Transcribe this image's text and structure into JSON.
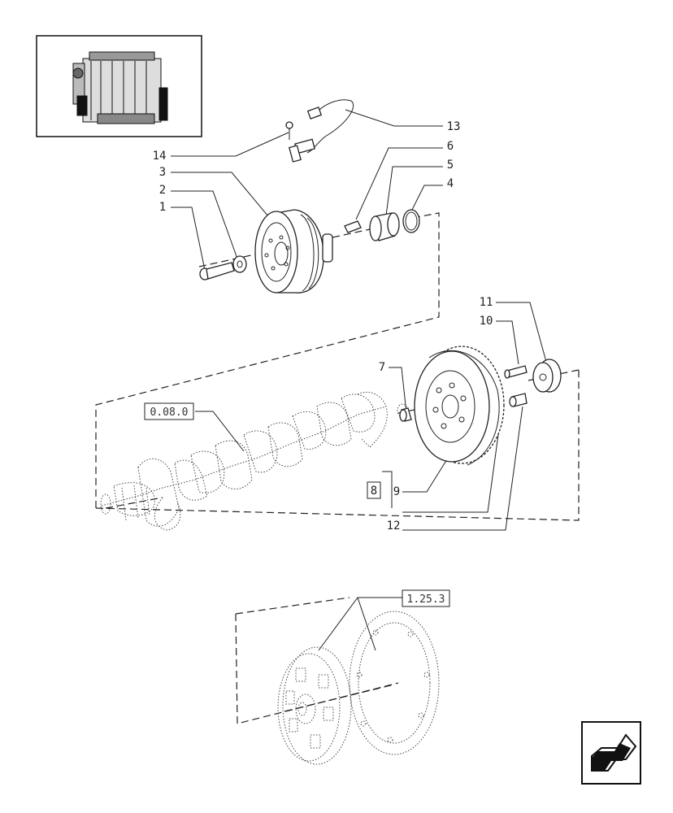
{
  "callouts": {
    "c1": "1",
    "c2": "2",
    "c3": "3",
    "c4": "4",
    "c5": "5",
    "c6": "6",
    "c7": "7",
    "c8": "8",
    "c9": "9",
    "c10": "10",
    "c11": "11",
    "c12": "12",
    "c13": "13",
    "c14": "14"
  },
  "refs": {
    "crankshaft": "0.08.0",
    "clutch": "1.25.3"
  },
  "icons": {
    "engine_thumbnail": "engine-thumbnail-icon",
    "navigation_arrow": "back-arrow-icon"
  }
}
